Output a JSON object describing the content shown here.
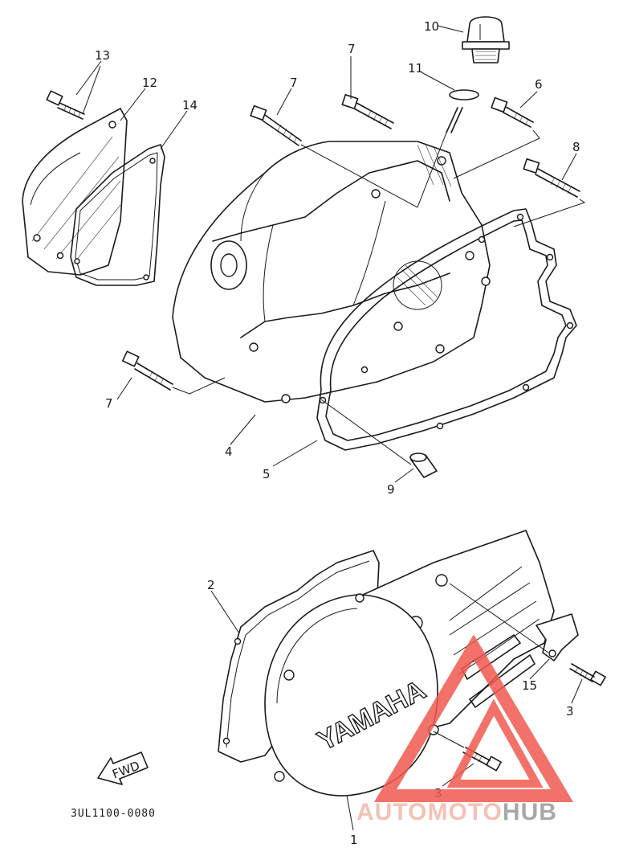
{
  "diagram": {
    "part_code": "3UL1100-0080",
    "fwd_label": "FWD",
    "cover_brand": "YAMAHA",
    "callouts": {
      "c1": "1",
      "c2": "2",
      "c3a": "3",
      "c3b": "3",
      "c4": "4",
      "c5": "5",
      "c6": "6",
      "c7a": "7",
      "c7b": "7",
      "c7c": "7",
      "c8": "8",
      "c9": "9",
      "c10": "10",
      "c11": "11",
      "c12": "12",
      "c13": "13",
      "c14": "14",
      "c15": "15"
    }
  },
  "watermark": {
    "brand_part1": "AUTOMOTO",
    "brand_part2": "HUB",
    "colors": {
      "primary": "#f05a50",
      "secondary": "#f2b8a8",
      "tertiary": "#9a9a9a"
    }
  }
}
